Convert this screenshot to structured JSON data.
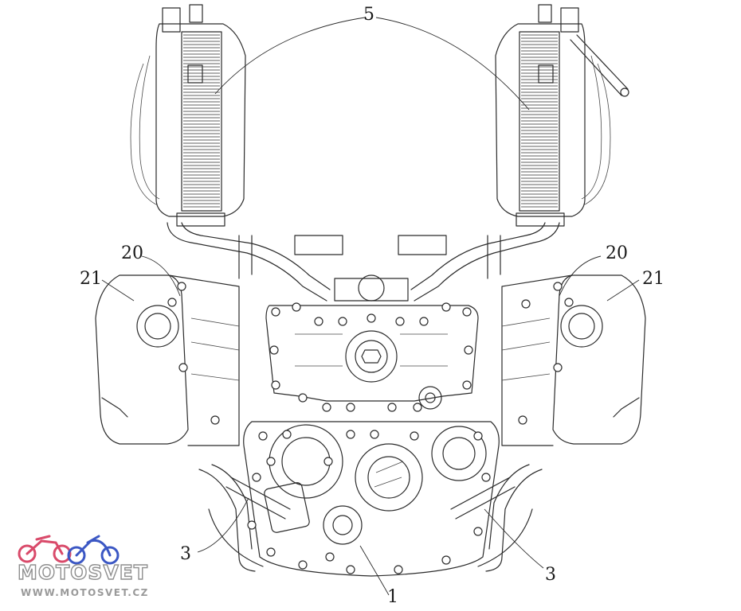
{
  "callouts": {
    "radiator": "5",
    "cylinder_head_left": "21",
    "cylinder_head_right": "21",
    "cover_left": "20",
    "cover_right": "20",
    "exhaust_left": "3",
    "exhaust_right": "3",
    "crankcase": "1"
  },
  "watermark": {
    "brand": "MOTOSVET",
    "url": "WWW.MOTOSVET.CZ"
  },
  "colors": {
    "line": "#2b2b2b",
    "watermark_red": "#d94a6a",
    "watermark_blue": "#3b57c4",
    "watermark_gray": "#8f8f8f"
  }
}
